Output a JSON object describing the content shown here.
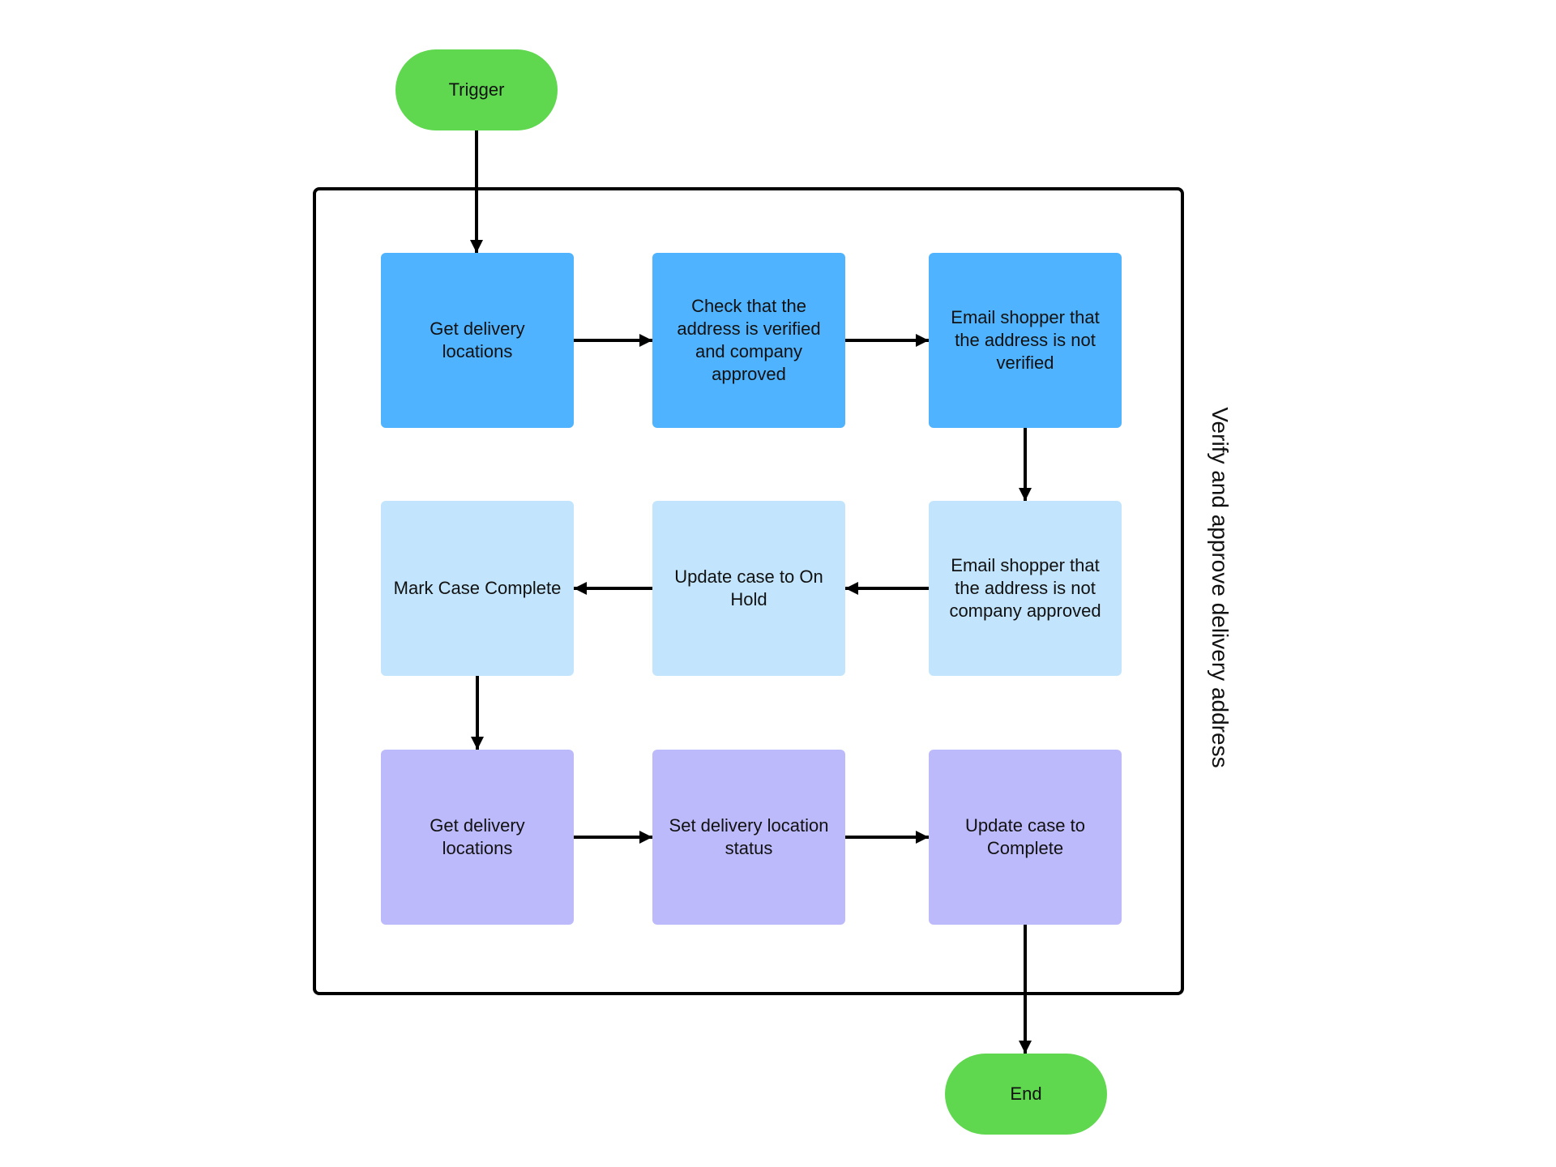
{
  "colors": {
    "terminal": "#5fd84f",
    "row1": "#4fb3ff",
    "row2": "#c2e5fd",
    "row3": "#bdbafc",
    "line": "#000000"
  },
  "group": {
    "label": "Verify and approve delivery address"
  },
  "nodes": {
    "trigger": "Trigger",
    "get_locations_1": "Get delivery locations",
    "check_verified": "Check that the address is verified and company approved",
    "email_not_verified": "Email shopper that the address is not verified",
    "email_not_approved": "Email shopper that the address is not company approved",
    "update_on_hold": "Update case to On Hold",
    "mark_complete": "Mark Case Complete",
    "get_locations_2": "Get delivery locations",
    "set_status": "Set delivery location status",
    "update_complete": "Update case to Complete",
    "end": "End"
  },
  "edges": [
    [
      "trigger",
      "get_locations_1"
    ],
    [
      "get_locations_1",
      "check_verified"
    ],
    [
      "check_verified",
      "email_not_verified"
    ],
    [
      "email_not_verified",
      "email_not_approved"
    ],
    [
      "email_not_approved",
      "update_on_hold"
    ],
    [
      "update_on_hold",
      "mark_complete"
    ],
    [
      "mark_complete",
      "get_locations_2"
    ],
    [
      "get_locations_2",
      "set_status"
    ],
    [
      "set_status",
      "update_complete"
    ],
    [
      "update_complete",
      "end"
    ]
  ]
}
